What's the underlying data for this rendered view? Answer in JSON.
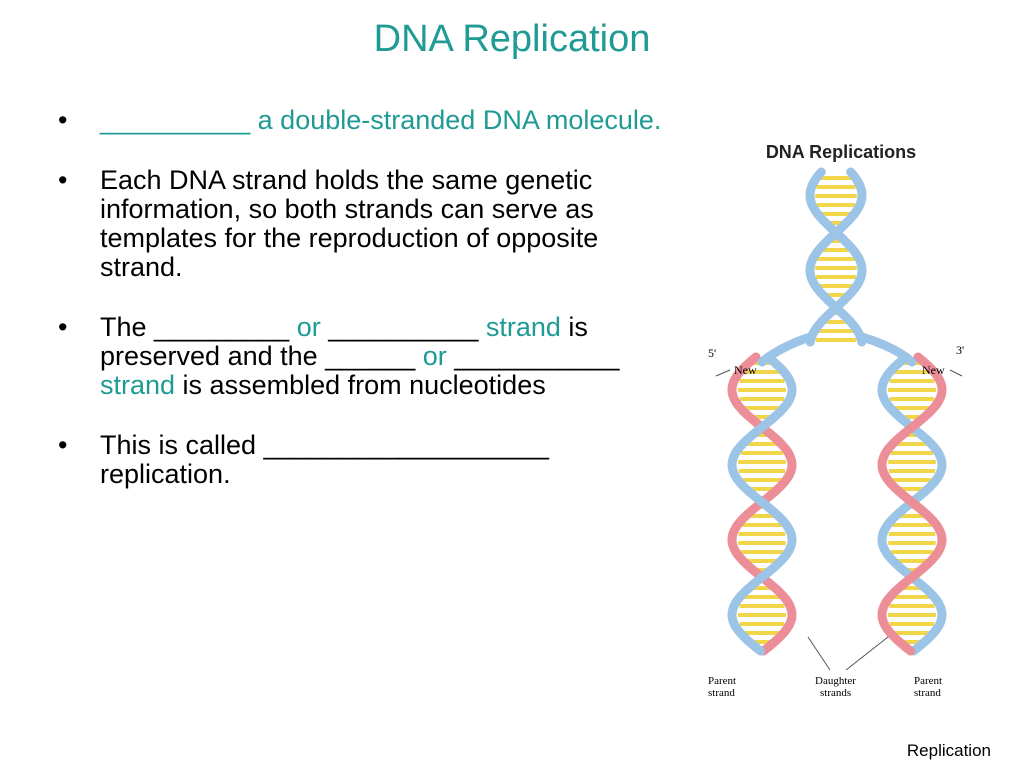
{
  "title": "DNA Replication",
  "bullets": [
    {
      "segments": [
        {
          "text": "__________ a double-stranded DNA molecule.",
          "teal": true
        }
      ]
    },
    {
      "segments": [
        {
          "text": "Each DNA strand holds the same genetic information, so both strands can serve as templates for the reproduction of opposite strand.",
          "teal": false
        }
      ]
    },
    {
      "segments": [
        {
          "text": " The _________ ",
          "teal": false
        },
        {
          "text": "or",
          "teal": true
        },
        {
          "text": " __________ ",
          "teal": false
        },
        {
          "text": "strand",
          "teal": true
        },
        {
          "text": " is preserved and the ______ ",
          "teal": false
        },
        {
          "text": "or",
          "teal": true
        },
        {
          "text": " ___________ ",
          "teal": false
        },
        {
          "text": "strand",
          "teal": true
        },
        {
          "text": " is assembled from nucleotides",
          "teal": false
        }
      ]
    },
    {
      "segments": [
        {
          "text": "This is called ___________________ replication.",
          "teal": false
        }
      ]
    }
  ],
  "figure": {
    "title": "DNA Replications",
    "end_label_left": "5'",
    "end_label_right": "3'",
    "new_label_left": "New",
    "new_label_right": "New",
    "parent_label_left": [
      "Parent",
      "strand"
    ],
    "daughter_label": [
      "Daughter",
      "strands"
    ],
    "parent_label_right": [
      "Parent",
      "strand"
    ],
    "colors": {
      "parent": "#9cc4e6",
      "daughter": "#ec8e98",
      "base": "#f1d64a"
    }
  },
  "footer": "Replication"
}
